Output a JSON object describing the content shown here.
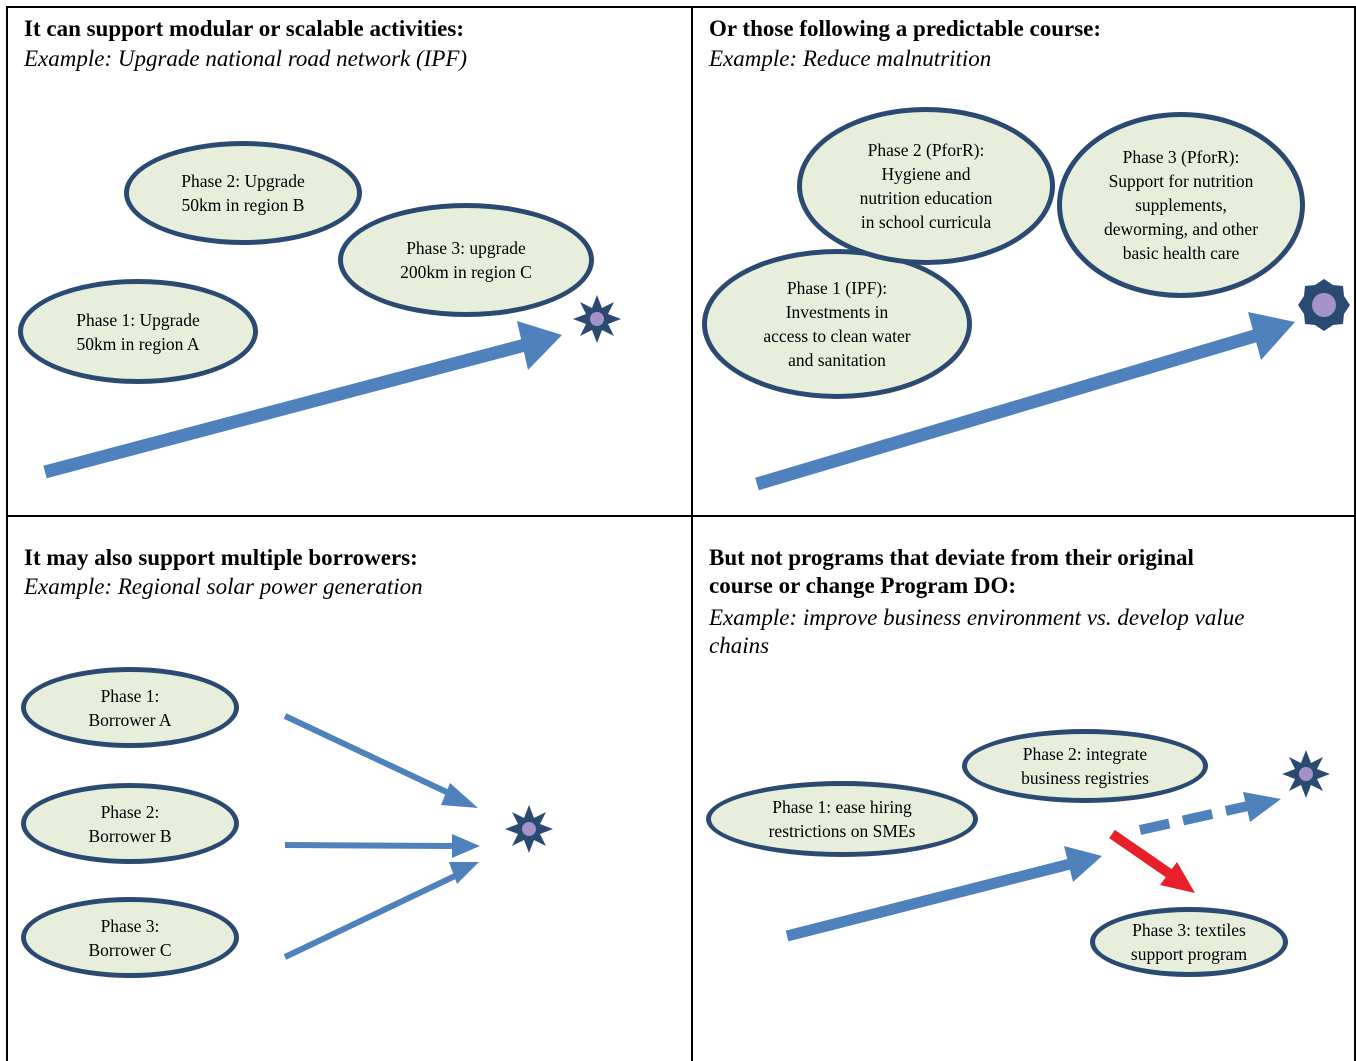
{
  "colors": {
    "arrow": "#4f81bd",
    "arrow_red": "#e8202a",
    "ellipse_fill": "#e7eedb",
    "ellipse_border": "#2b4a72",
    "star": "#2b4a72",
    "star_center": "#a493c9"
  },
  "icons": [
    "goal-star-icon"
  ],
  "panels": [
    {
      "heading": "It can support modular or scalable activities:",
      "example": "Example: Upgrade national road network (IPF)",
      "ellipses": [
        "Phase 1:  Upgrade\n50km in region A",
        "Phase 2:  Upgrade\n50km in region B",
        "Phase 3: upgrade\n200km in region C"
      ]
    },
    {
      "heading": "Or those following a predictable course:",
      "example": "Example: Reduce malnutrition",
      "ellipses": [
        "Phase 1 (IPF):\nInvestments in\naccess to clean water\nand sanitation",
        "Phase 2 (PforR):\nHygiene and\nnutrition education\nin school curricula",
        "Phase 3 (PforR):\nSupport for nutrition\nsupplements,\ndeworming, and other\nbasic health care"
      ]
    },
    {
      "heading": "It may also support multiple borrowers:",
      "example": "Example: Regional solar power generation",
      "ellipses": [
        "Phase 1:\nBorrower A",
        "Phase 2:\nBorrower B",
        "Phase 3:\nBorrower C"
      ]
    },
    {
      "heading": "But not programs that deviate from their original\ncourse or change Program DO:",
      "example": "Example: improve business environment vs. develop value\nchains",
      "ellipses": [
        "Phase 1: ease hiring\nrestrictions on SMEs",
        "Phase 2: integrate\nbusiness registries",
        "Phase 3: textiles\nsupport program"
      ]
    }
  ]
}
